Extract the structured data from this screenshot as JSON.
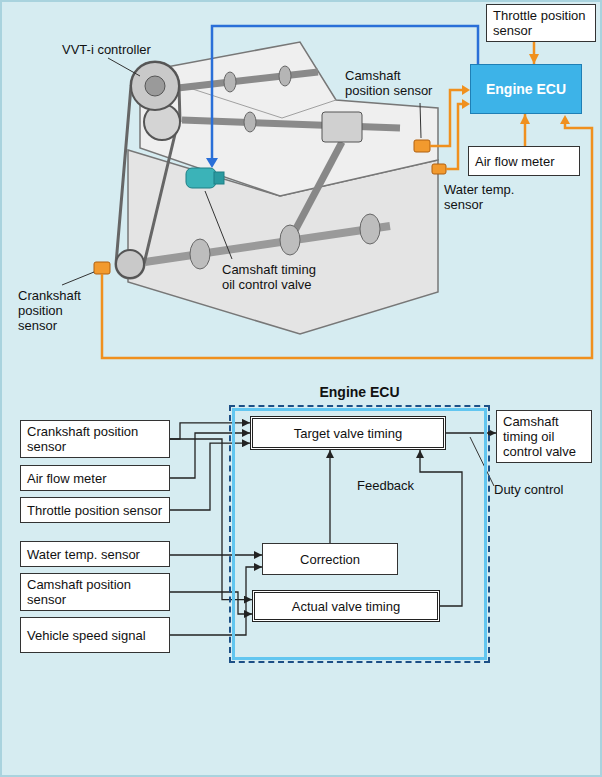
{
  "diagram": {
    "nodes": [
      {
        "text": [
          "Throttle position sensor"
        ]
      },
      {
        "text": [
          "Engine ECU"
        ]
      },
      {
        "text": [
          "Air flow meter"
        ]
      },
      {
        "text": [
          "Crankshaft position sensor"
        ]
      },
      {
        "text": [
          "Air flow meter"
        ]
      },
      {
        "text": [
          "Throttle position sensor"
        ]
      },
      {
        "text": [
          "Water temp. sensor"
        ]
      },
      {
        "text": [
          "Camshaft position sensor"
        ]
      },
      {
        "text": [
          "Vehicle speed signal"
        ]
      },
      {
        "text": [
          "Engine ECU"
        ]
      },
      {
        "text": [
          "Target valve timing"
        ],
        "in": 9
      },
      {
        "text": [
          "Correction"
        ],
        "in": 9
      },
      {
        "text": [
          "Actual valve timing"
        ],
        "in": 9
      },
      {
        "text": [
          "Camshaft timing oil control valve"
        ]
      }
    ],
    "edges": [
      {
        "from": 0,
        "to": 1,
        "arrow": "to"
      },
      {
        "from": 2,
        "to": 1,
        "arrow": "to"
      },
      {
        "from": 3,
        "to": 10,
        "arrow": "to"
      },
      {
        "from": 3,
        "to": 12,
        "arrow": "to"
      },
      {
        "from": 4,
        "to": 10,
        "arrow": "to"
      },
      {
        "from": 5,
        "to": 10,
        "arrow": "to"
      },
      {
        "from": 6,
        "to": 11,
        "arrow": "to"
      },
      {
        "from": 7,
        "to": 12,
        "arrow": "to"
      },
      {
        "from": 8,
        "to": 11,
        "arrow": "to"
      },
      {
        "from": 11,
        "to": 10,
        "arrow": "to"
      },
      {
        "from": 12,
        "to": 10,
        "arrow": "to"
      },
      {
        "from": 10,
        "to": 13,
        "arrow": "to"
      }
    ],
    "labels": [
      "VVT-i controller",
      "Camshaft position sensor",
      "Water temp. sensor",
      "Crankshaft position sensor",
      "Camshaft timing oil control valve",
      "Feedback",
      "Duty control"
    ]
  }
}
